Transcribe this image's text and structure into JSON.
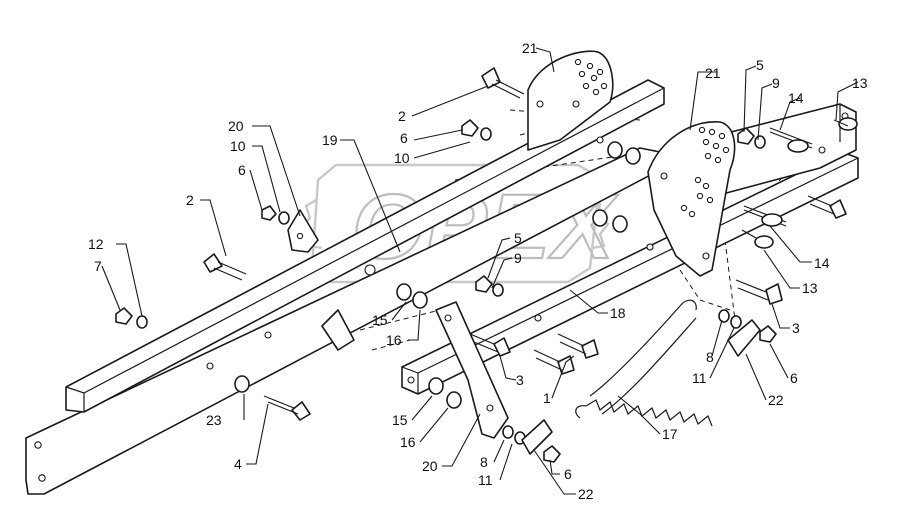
{
  "diagram": {
    "watermark": "OPEX",
    "callouts": [
      "21",
      "21",
      "5",
      "9",
      "13",
      "14",
      "2",
      "6",
      "10",
      "20",
      "10",
      "6",
      "19",
      "2",
      "5",
      "9",
      "12",
      "7",
      "14",
      "13",
      "15",
      "16",
      "18",
      "3",
      "3",
      "8",
      "11",
      "6",
      "22",
      "1",
      "17",
      "23",
      "4",
      "15",
      "16",
      "20",
      "8",
      "11",
      "6",
      "22"
    ]
  }
}
